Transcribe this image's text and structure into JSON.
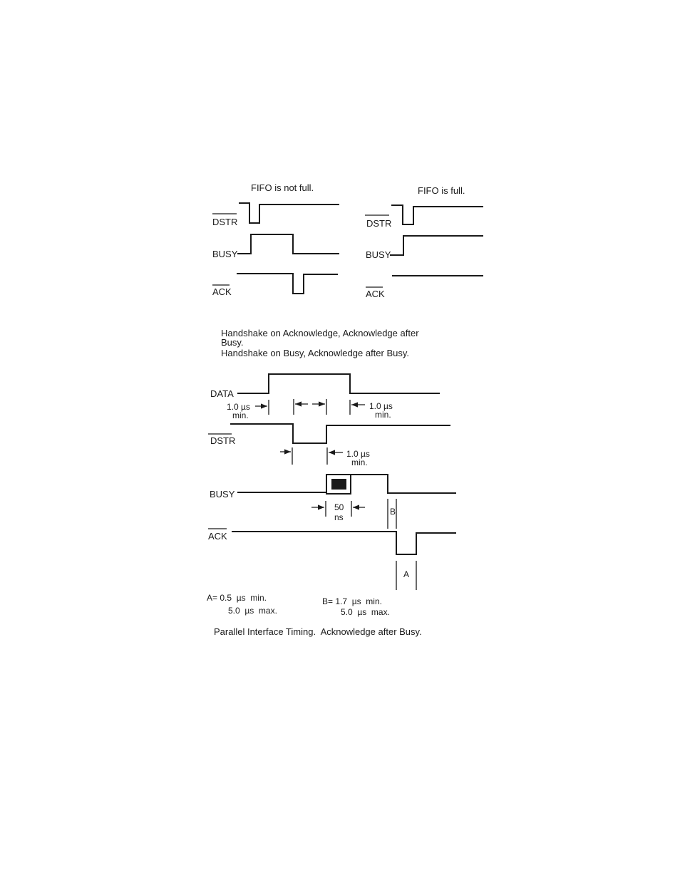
{
  "top_left": {
    "caption": "FIFO is not full.",
    "dstr_label": "DSTR",
    "busy_label": "BUSY",
    "ack_label": "ACK"
  },
  "top_right": {
    "caption": "FIFO is full.",
    "dstr_label": "DSTR",
    "busy_label": "BUSY",
    "ack_label": "ACK"
  },
  "descriptions": {
    "line1": "Handshake on Acknowledge, Acknowledge after",
    "line2": "Busy.",
    "line3": "Handshake on Busy, Acknowledge after Busy."
  },
  "timing": {
    "data_label": "DATA",
    "dstr_label": "DSTR",
    "busy_label": "BUSY",
    "ack_label": "ACK",
    "data_setup_value": "1.0 µs",
    "data_setup_min": "min.",
    "data_hold_value": "1.0 µs",
    "data_hold_min": "min.",
    "dstr_value": "1.0 µs",
    "dstr_min": "min.",
    "busy_delay_value": "50",
    "busy_delay_unit": "ns",
    "b_label": "B",
    "a_label": "A"
  },
  "specs": {
    "a_line1": "A= 0.5  µs  min.",
    "a_line2": "5.0  µs  max.",
    "b_line1": "B= 1.7  µs  min.",
    "b_line2": "5.0  µs  max."
  },
  "figure_caption": "Parallel Interface Timing.  Acknowledge after Busy."
}
